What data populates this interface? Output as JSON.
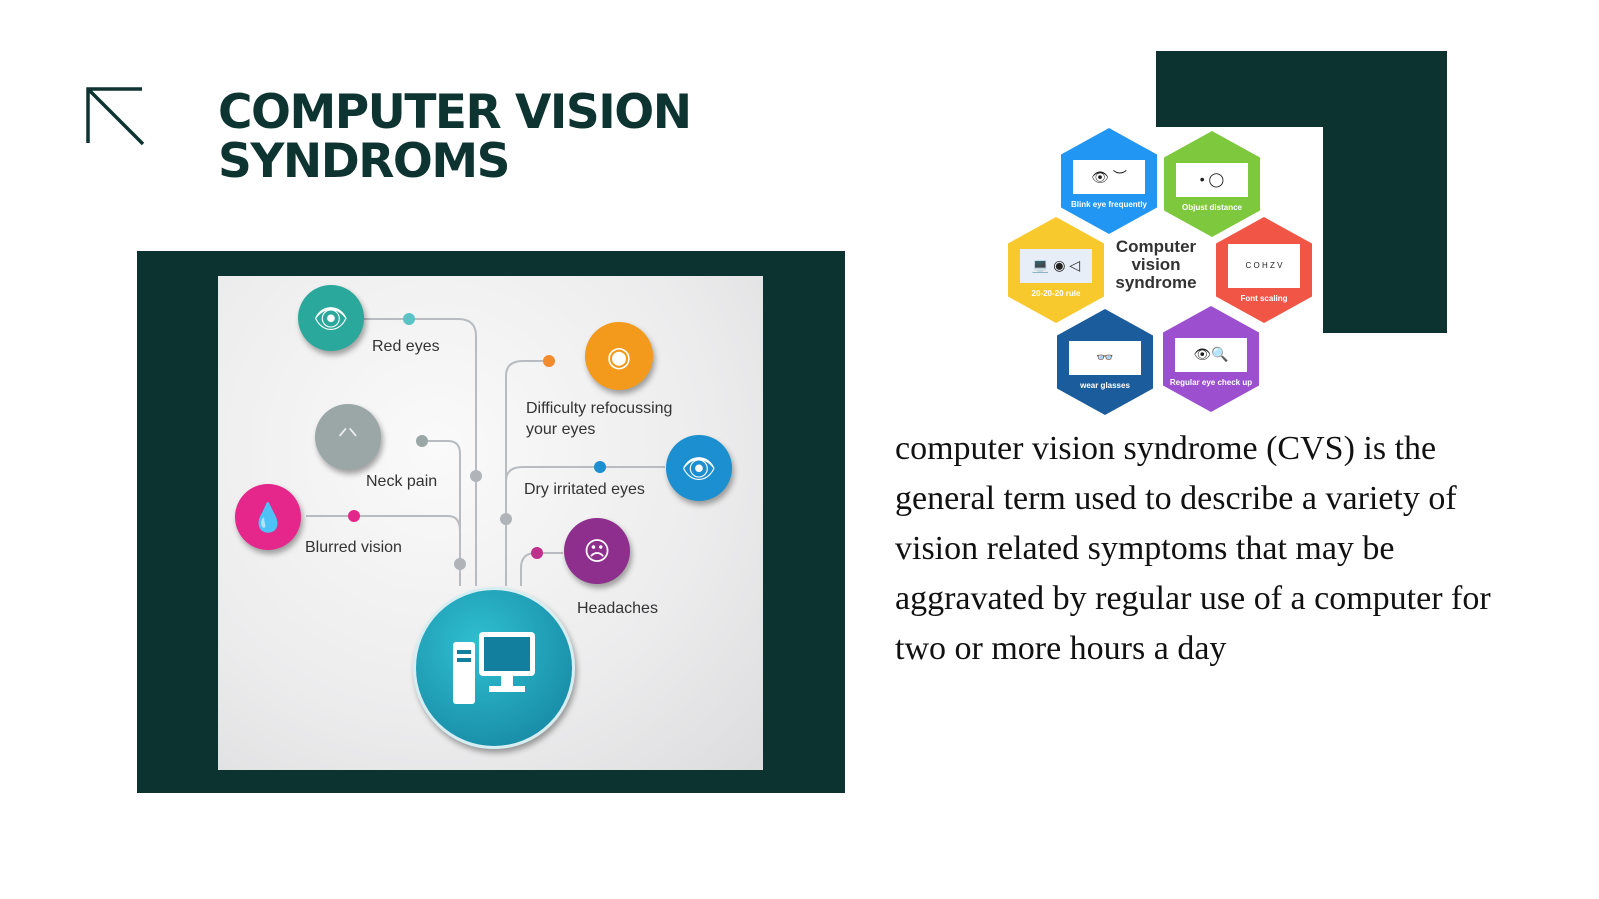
{
  "title": {
    "line1": "COMPUTER VISION",
    "line2": "SYNDROMS"
  },
  "infographic": {
    "center": "computer",
    "symptoms": [
      {
        "label": "Red eyes",
        "color": "#2ba89c"
      },
      {
        "label_line1": "Difficulty refocussing",
        "label_line2": "your eyes",
        "color": "#f39a1c"
      },
      {
        "label": "Neck pain",
        "color": "#9aa7a6"
      },
      {
        "label": "Dry irritated eyes",
        "color": "#1c8fd0"
      },
      {
        "label": "Blurred vision",
        "color": "#e5268a"
      },
      {
        "label": "Headaches",
        "color": "#8e2f8e"
      }
    ],
    "center_color": "#1a9cb5"
  },
  "hexagons": {
    "center_title": "Computer vision syndrome",
    "items": [
      {
        "caption": "Blink eye frequently",
        "color": "#2196f3"
      },
      {
        "caption": "Objust distance",
        "color": "#7dc83c"
      },
      {
        "caption": "20-20-20 rule",
        "color": "#f7c92c"
      },
      {
        "caption": "Font scaling",
        "color": "#f05545"
      },
      {
        "caption": "wear glasses",
        "color": "#1b5d9c"
      },
      {
        "caption": "Regular eye check up",
        "color": "#9c4fcf"
      }
    ],
    "chart_text": "C O H Z V"
  },
  "body_text": "computer vision syndrome (CVS) is the general term used to describe a variety of vision related symptoms that may be aggravated by regular use of a computer for two or more hours a day"
}
